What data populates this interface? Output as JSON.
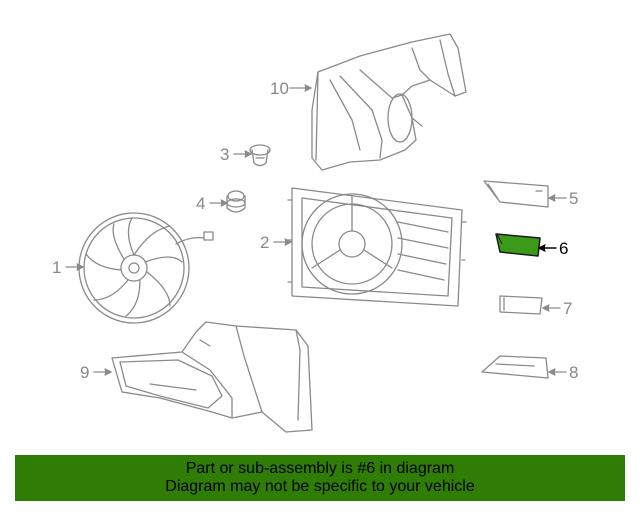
{
  "callouts": {
    "p1": "1",
    "p2": "2",
    "p3": "3",
    "p4": "4",
    "p5": "5",
    "p6": "6",
    "p7": "7",
    "p8": "8",
    "p9": "9",
    "p10": "10"
  },
  "selected_part": "6",
  "colors": {
    "highlight": "#3b9a1a",
    "banner": "#2f7d05",
    "line": "#8a8a8a"
  },
  "banner": {
    "line1": "Part or sub-assembly is #6 in diagram",
    "line2": "Diagram may not be specific to your vehicle"
  }
}
